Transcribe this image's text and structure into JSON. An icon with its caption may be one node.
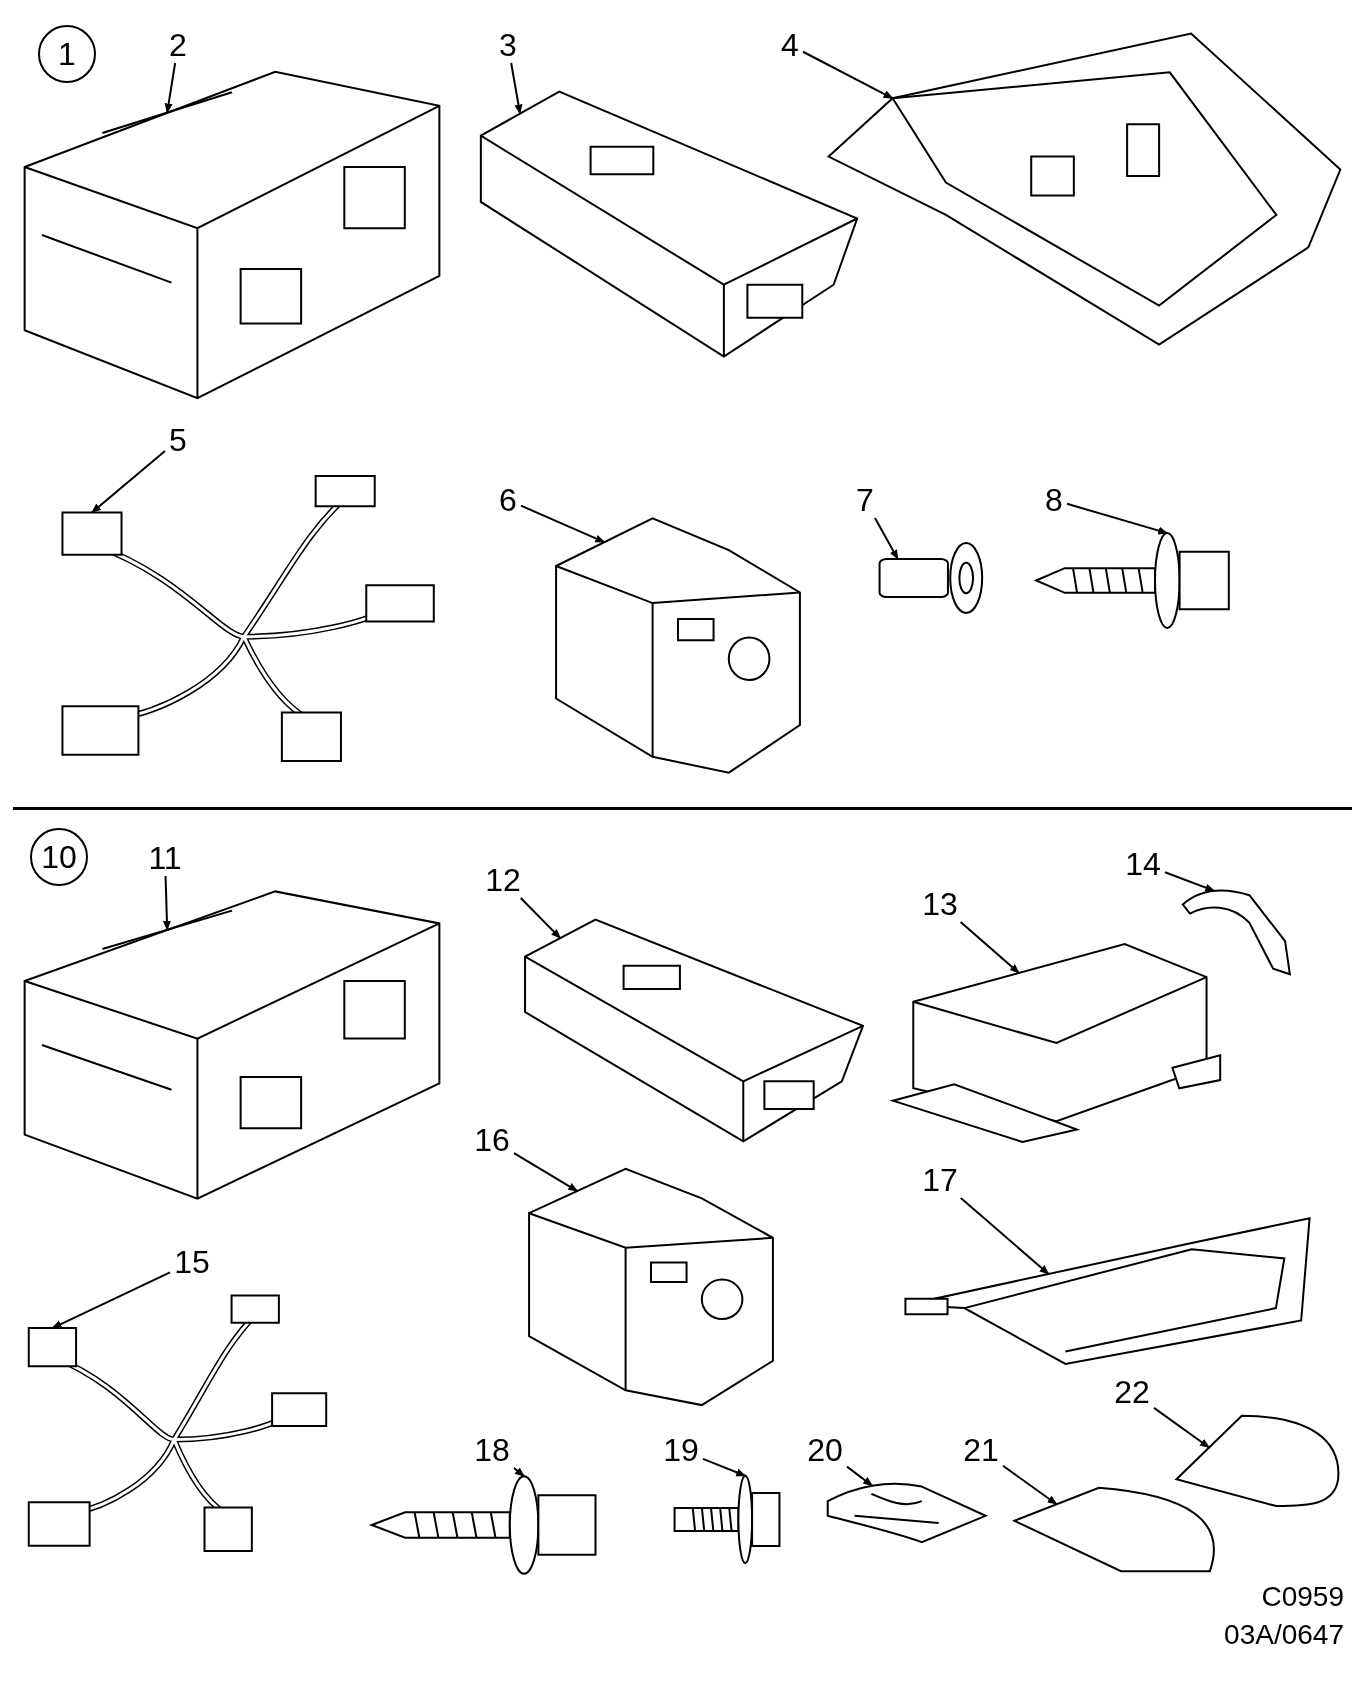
{
  "diagram": {
    "nodes": [
      {
        "text": [
          "1"
        ]
      },
      {
        "text": [
          "2"
        ]
      },
      {
        "text": [],
        "shape": "picture"
      },
      {
        "text": [
          "3"
        ]
      },
      {
        "text": [],
        "shape": "picture"
      },
      {
        "text": [
          "4"
        ]
      },
      {
        "text": [],
        "shape": "picture"
      },
      {
        "text": [
          "5"
        ]
      },
      {
        "text": [],
        "shape": "picture"
      },
      {
        "text": [
          "6"
        ]
      },
      {
        "text": [],
        "shape": "picture"
      },
      {
        "text": [
          "7"
        ]
      },
      {
        "text": [],
        "shape": "picture"
      },
      {
        "text": [
          "8"
        ]
      },
      {
        "text": [],
        "shape": "picture"
      },
      {
        "text": [
          "10"
        ]
      },
      {
        "text": [
          "11"
        ]
      },
      {
        "text": [],
        "shape": "picture"
      },
      {
        "text": [
          "12"
        ]
      },
      {
        "text": [],
        "shape": "picture"
      },
      {
        "text": [
          "13"
        ]
      },
      {
        "text": [],
        "shape": "picture"
      },
      {
        "text": [
          "14"
        ]
      },
      {
        "text": [],
        "shape": "picture"
      },
      {
        "text": [
          "15"
        ]
      },
      {
        "text": [],
        "shape": "picture"
      },
      {
        "text": [
          "16"
        ]
      },
      {
        "text": [],
        "shape": "picture"
      },
      {
        "text": [
          "17"
        ]
      },
      {
        "text": [],
        "shape": "picture"
      },
      {
        "text": [
          "18"
        ]
      },
      {
        "text": [],
        "shape": "picture"
      },
      {
        "text": [
          "19"
        ]
      },
      {
        "text": [],
        "shape": "picture"
      },
      {
        "text": [
          "20"
        ]
      },
      {
        "text": [],
        "shape": "picture"
      },
      {
        "text": [
          "21"
        ]
      },
      {
        "text": [],
        "shape": "picture"
      },
      {
        "text": [
          "22"
        ]
      },
      {
        "text": [],
        "shape": "picture"
      }
    ],
    "edges": [
      {
        "from": 1,
        "to": 2,
        "arrow": "to"
      },
      {
        "from": 3,
        "to": 4,
        "arrow": "to"
      },
      {
        "from": 5,
        "to": 6,
        "arrow": "to"
      },
      {
        "from": 7,
        "to": 8,
        "arrow": "to"
      },
      {
        "from": 9,
        "to": 10,
        "arrow": "to"
      },
      {
        "from": 11,
        "to": 12,
        "arrow": "to"
      },
      {
        "from": 13,
        "to": 14,
        "arrow": "to"
      },
      {
        "from": 16,
        "to": 17,
        "arrow": "to"
      },
      {
        "from": 18,
        "to": 19,
        "arrow": "to"
      },
      {
        "from": 20,
        "to": 21,
        "arrow": "to"
      },
      {
        "from": 22,
        "to": 23,
        "arrow": "to"
      },
      {
        "from": 24,
        "to": 25,
        "arrow": "to"
      },
      {
        "from": 26,
        "to": 27,
        "arrow": "to"
      },
      {
        "from": 28,
        "to": 29,
        "arrow": "to"
      },
      {
        "from": 30,
        "to": 31,
        "arrow": "to"
      },
      {
        "from": 32,
        "to": 33,
        "arrow": "to"
      },
      {
        "from": 34,
        "to": 35,
        "arrow": "to"
      },
      {
        "from": 36,
        "to": 37,
        "arrow": "to"
      },
      {
        "from": 38,
        "to": 39,
        "arrow": "to"
      }
    ],
    "labels": [
      "C0959",
      "03A/0647"
    ]
  }
}
